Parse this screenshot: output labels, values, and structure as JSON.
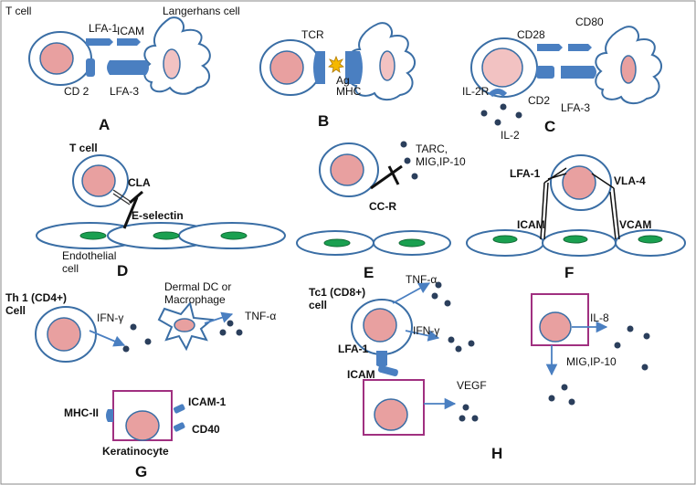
{
  "colors": {
    "outline": "#3a6ea5",
    "nucleus": "#e8a0a0",
    "nucleus_light": "#f2c2c2",
    "receptor": "#4a7fc1",
    "endo_nucleus": "#1aa050",
    "box": "#a03080",
    "dot": "#2b3f5c",
    "arrow": "#4a7fc1"
  },
  "panel_A": {
    "letter": "A",
    "t_cell": "T cell",
    "langerhans": "Langerhans cell",
    "lfa1": "LFA-1",
    "icam": "ICAM",
    "cd2": "CD 2",
    "lfa3": "LFA-3"
  },
  "panel_B": {
    "letter": "B",
    "tcr": "TCR",
    "ag": "Ag",
    "mhc": "MHC"
  },
  "panel_C": {
    "letter": "C",
    "cd28": "CD28",
    "cd80": "CD80",
    "il2r": "IL-2R",
    "cd2": "CD2",
    "lfa3": "LFA-3",
    "il2": "IL-2"
  },
  "panel_D": {
    "letter": "D",
    "t_cell": "T cell",
    "cla": "CLA",
    "e_selectin": "E-selectin",
    "endothelial_1": "Endothelial",
    "endothelial_2": "cell"
  },
  "panel_E": {
    "letter": "E",
    "tarc": "TARC,",
    "mig": "MIG,IP-10",
    "ccr": "CC-R"
  },
  "panel_F": {
    "letter": "F",
    "lfa1": "LFA-1",
    "vla4": "VLA-4",
    "icam": "ICAM",
    "vcam": "VCAM"
  },
  "panel_th1": {
    "th1_1": "Th 1 (CD4+)",
    "th1_2": "Cell",
    "ifng": "IFN-γ",
    "ddc_1": "Dermal DC or",
    "ddc_2": "Macrophage",
    "tnfa": "TNF-α"
  },
  "panel_G": {
    "letter": "G",
    "mhc2": "MHC-II",
    "icam1": "ICAM-1",
    "cd40": "CD40",
    "keratinocyte": "Keratinocyte"
  },
  "panel_H": {
    "letter": "H",
    "tc1_1": "Tc1 (CD8+)",
    "tc1_2": "cell",
    "tnfa": "TNF-α",
    "ifng": "IFN-γ",
    "lfa1": "LFA-1",
    "icam": "ICAM",
    "vegf": "VEGF",
    "il8": "IL-8",
    "mig": "MIG,IP-10"
  }
}
